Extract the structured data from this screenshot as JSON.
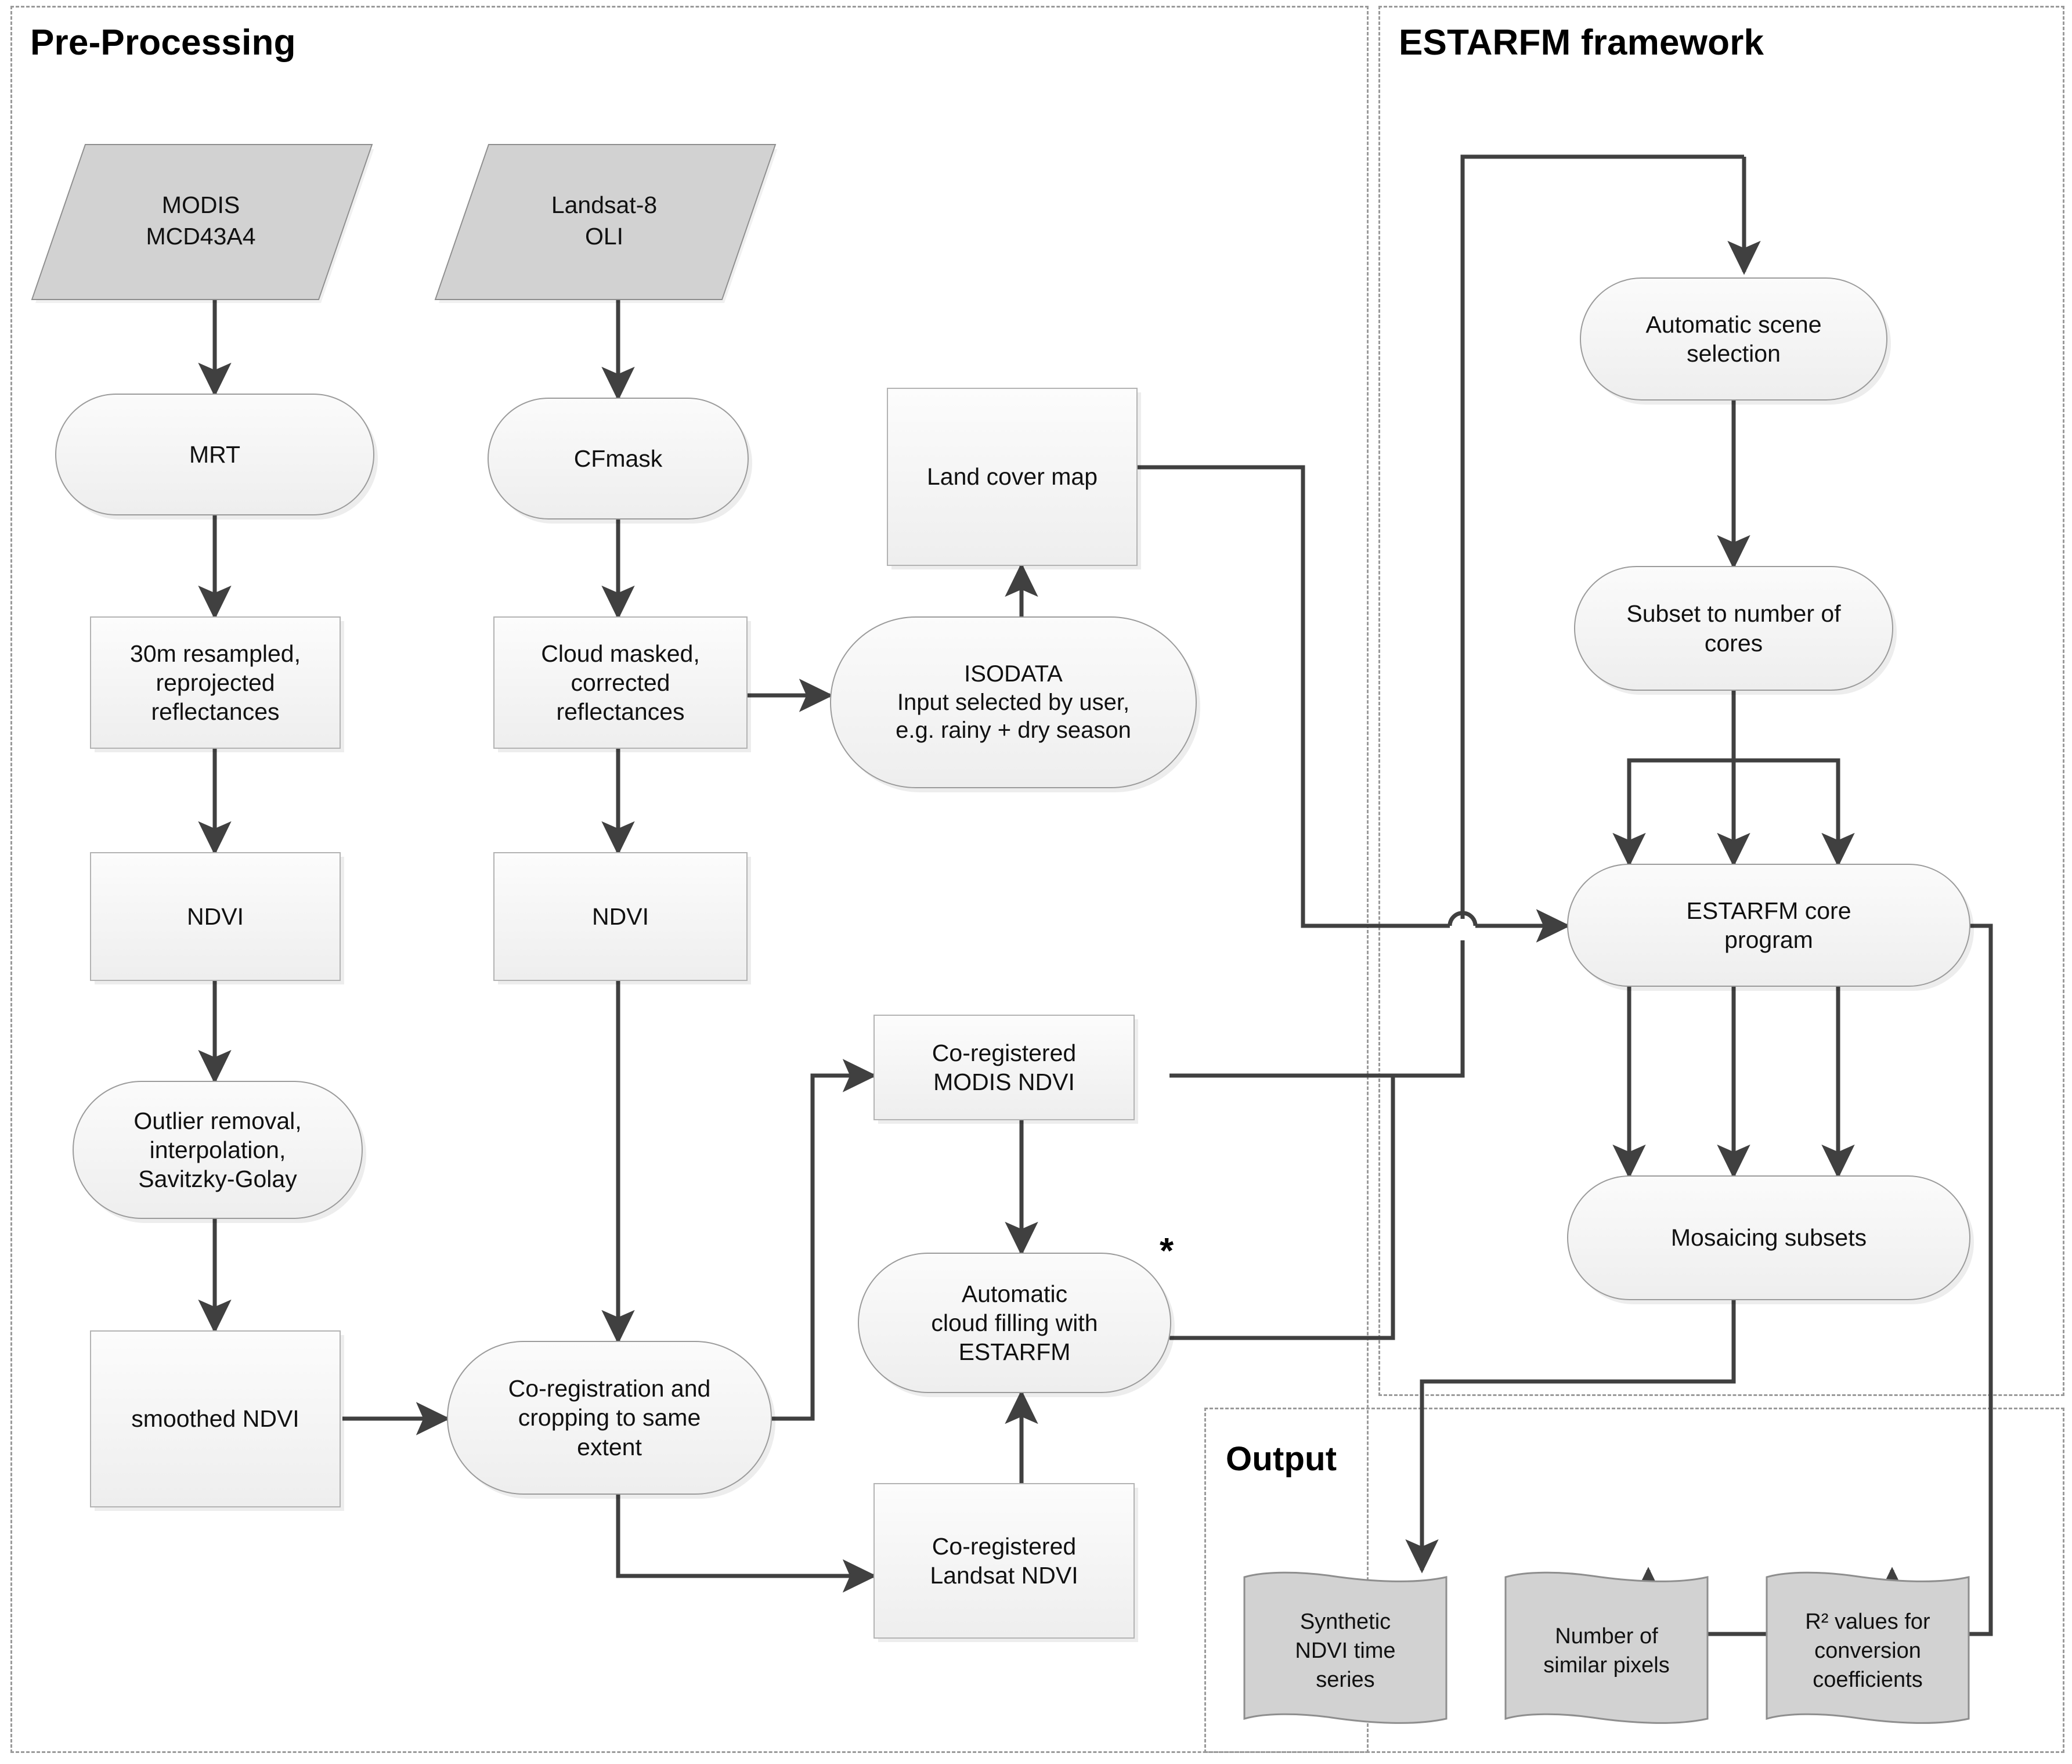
{
  "groups": [
    {
      "id": "pre",
      "title": "Pre-Processing"
    },
    {
      "id": "estarfm",
      "title": "ESTARFM framework"
    },
    {
      "id": "output",
      "title": "Output"
    }
  ],
  "nodes": {
    "modis_source": {
      "label": "MODIS\nMCD43A4",
      "shape": "parallelogram"
    },
    "landsat_source": {
      "label": "Landsat-8\nOLI",
      "shape": "parallelogram"
    },
    "mrt": {
      "label": "MRT",
      "shape": "rounded"
    },
    "resampled": {
      "label": "30m resampled,\nreprojected\nreflectances",
      "shape": "rect"
    },
    "ndvi_modis": {
      "label": "NDVI",
      "shape": "rect"
    },
    "outlier": {
      "label": "Outlier removal,\ninterpolation,\nSavitzky-Golay",
      "shape": "rounded"
    },
    "smoothed_ndvi": {
      "label": "smoothed NDVI",
      "shape": "rect"
    },
    "cfmask": {
      "label": "CFmask",
      "shape": "rounded"
    },
    "cloud_masked": {
      "label": "Cloud masked,\ncorrected\nreflectances",
      "shape": "rect"
    },
    "ndvi_landsat": {
      "label": "NDVI",
      "shape": "rect"
    },
    "isodata": {
      "label": "ISODATA\nInput selected by user,\ne.g. rainy + dry season",
      "shape": "rounded"
    },
    "land_cover_map": {
      "label": "Land cover map",
      "shape": "rect"
    },
    "coregistration": {
      "label": "Co-registration and\ncropping to same\nextent",
      "shape": "rounded"
    },
    "coreg_modis": {
      "label": "Co-registered\nMODIS NDVI",
      "shape": "rect"
    },
    "coreg_landsat": {
      "label": "Co-registered\nLandsat NDVI",
      "shape": "rect"
    },
    "cloud_filling": {
      "label": "Automatic\ncloud filling with\nESTARFM",
      "shape": "rounded"
    },
    "cloud_filling_marker": {
      "label": "*"
    },
    "scene_selection": {
      "label": "Automatic scene\nselection",
      "shape": "rounded"
    },
    "subset_cores": {
      "label": "Subset to number of\ncores",
      "shape": "rounded"
    },
    "estarfm_core": {
      "label": "ESTARFM core\nprogram",
      "shape": "rounded"
    },
    "mosaicing": {
      "label": "Mosaicing subsets",
      "shape": "rounded"
    },
    "out_synthetic": {
      "label": "Synthetic\nNDVI time\nseries",
      "shape": "document"
    },
    "out_similar": {
      "label": "Number of\nsimilar pixels",
      "shape": "document"
    },
    "out_r2": {
      "label": "R² values for\nconversion\ncoefficients",
      "shape": "document"
    }
  },
  "colors": {
    "source_fill": "#d2d2d2",
    "node_fill": "#f2f2f2",
    "node_border": "#a9a9a9",
    "wire": "#404040",
    "frame": "#9a9a9a",
    "text": "#111111"
  },
  "edges": [
    {
      "from": "modis_source",
      "to": "mrt"
    },
    {
      "from": "mrt",
      "to": "resampled"
    },
    {
      "from": "resampled",
      "to": "ndvi_modis"
    },
    {
      "from": "ndvi_modis",
      "to": "outlier"
    },
    {
      "from": "outlier",
      "to": "smoothed_ndvi"
    },
    {
      "from": "smoothed_ndvi",
      "to": "coregistration"
    },
    {
      "from": "landsat_source",
      "to": "cfmask"
    },
    {
      "from": "cfmask",
      "to": "cloud_masked"
    },
    {
      "from": "cloud_masked",
      "to": "ndvi_landsat"
    },
    {
      "from": "cloud_masked",
      "to": "isodata"
    },
    {
      "from": "isodata",
      "to": "land_cover_map"
    },
    {
      "from": "ndvi_landsat",
      "to": "coregistration"
    },
    {
      "from": "coregistration",
      "to": "coreg_modis"
    },
    {
      "from": "coregistration",
      "to": "coreg_landsat"
    },
    {
      "from": "coreg_modis",
      "to": "cloud_filling"
    },
    {
      "from": "coreg_landsat",
      "to": "cloud_filling"
    },
    {
      "from": "land_cover_map",
      "to": "estarfm_core"
    },
    {
      "from": "coreg_modis",
      "to": "estarfm_core"
    },
    {
      "from": "cloud_filling",
      "to": "estarfm_core"
    },
    {
      "from": "scene_selection",
      "to": "subset_cores"
    },
    {
      "from": "subset_cores",
      "to": "estarfm_core"
    },
    {
      "from": "estarfm_core",
      "to": "mosaicing"
    },
    {
      "from": "estarfm_core",
      "to": "scene_selection"
    },
    {
      "from": "estarfm_core",
      "to": "out_r2"
    },
    {
      "from": "mosaicing",
      "to": "out_synthetic"
    },
    {
      "from": "mosaicing",
      "to": "out_similar"
    }
  ]
}
